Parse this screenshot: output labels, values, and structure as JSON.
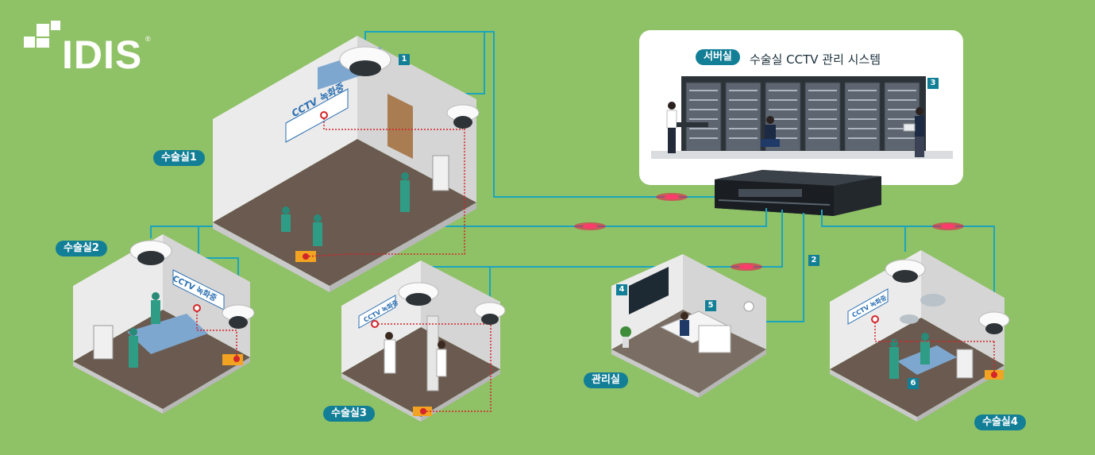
{
  "logo": {
    "text": "IDIS",
    "reg": "®"
  },
  "server": {
    "room_label": "서버실",
    "title": "수술실 CCTV 관리 시스템",
    "badge": "3"
  },
  "rooms": [
    {
      "label": "수술실1",
      "sign": "CCTV 녹화중"
    },
    {
      "label": "수술실2",
      "sign": "CCTV 녹화중"
    },
    {
      "label": "수술실3",
      "sign": "CCTV 녹화중"
    },
    {
      "label": "관리실"
    },
    {
      "label": "수술실4",
      "sign": "CCTV 녹화중"
    }
  ],
  "badges": {
    "fisheye_camera": "1",
    "network_line": "2",
    "monitor_wall": "4",
    "operator_desk": "5",
    "dome_camera": "6"
  },
  "colors": {
    "background": "#8fc166",
    "accent": "#127f96",
    "cable": "#1ba5bd",
    "signal": "#e8194b",
    "floor": "#6a5a4f",
    "wall": "#e8e8e8"
  }
}
